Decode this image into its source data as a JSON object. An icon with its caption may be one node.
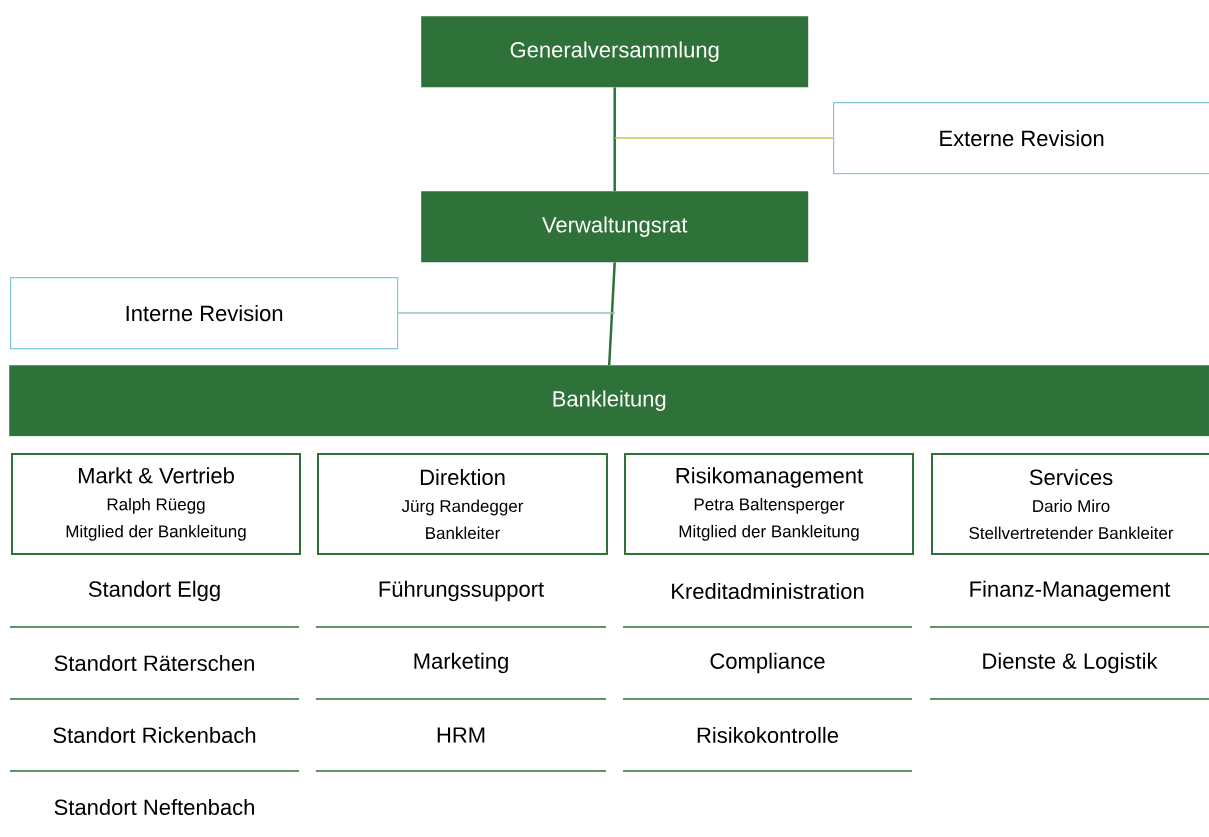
{
  "diagram": {
    "nodes": [
      {
        "text": [
          "Generalversammlung"
        ]
      },
      {
        "text": [
          "Externe Revision"
        ]
      },
      {
        "text": [
          "Verwaltungsrat"
        ]
      },
      {
        "text": [
          "Interne Revision"
        ]
      },
      {
        "text": [
          "Bankleitung"
        ]
      },
      {
        "text": [
          "Markt & Vertrieb",
          "Ralph Rüegg",
          "Mitglied der Bankleitung"
        ]
      },
      {
        "text": [
          "Direktion",
          "Jürg Randegger",
          "Bankleiter"
        ]
      },
      {
        "text": [
          "Risikomanagement",
          "Petra Baltensperger",
          "Mitglied der Bankleitung"
        ]
      },
      {
        "text": [
          "Services",
          "Dario Miro",
          "Stellvertretender Bankleiter"
        ]
      }
    ],
    "edges": [
      {
        "from": 0,
        "to": 2,
        "arrow": "none",
        "color": "#2e7139"
      },
      {
        "from": 2,
        "to": 4,
        "arrow": "none",
        "color": "#2e7139"
      },
      {
        "from": 1,
        "to": null,
        "arrow": "none",
        "color": "#c9c65a"
      },
      {
        "from": 3,
        "to": null,
        "arrow": "none",
        "color": "#8cc6c8"
      }
    ],
    "labels": [
      "Standort Elgg",
      "Führungssupport",
      "Kreditadministration",
      "Finanz-Management",
      "Standort Räterschen",
      "Marketing",
      "Compliance",
      "Dienste & Logistik",
      "Standort Rickenbach",
      "HRM",
      "Risikokontrolle",
      "Standort Neftenbach"
    ]
  }
}
